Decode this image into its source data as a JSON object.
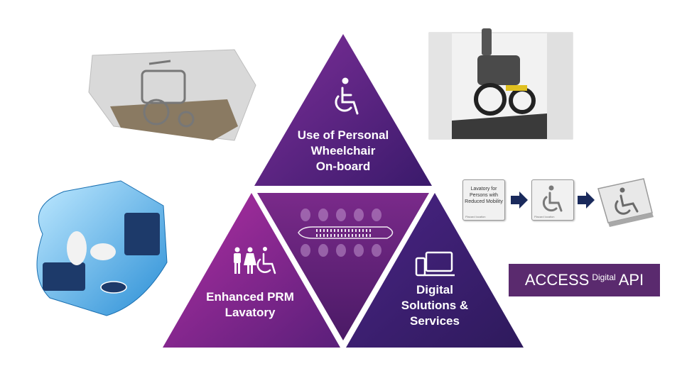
{
  "colors": {
    "top_triangle": [
      "#7e2f99",
      "#3a1a6b"
    ],
    "left_triangle": [
      "#b02fa2",
      "#5a1f7a"
    ],
    "right_triangle": [
      "#4a2485",
      "#2e1a5c"
    ],
    "center_triangle": [
      "#7a2a8a",
      "#4a1a66"
    ],
    "api_badge_bg": "#5a2a6e",
    "arrow": "#1a2a5c"
  },
  "segments": {
    "top": {
      "lines": [
        "Use of Personal",
        "Wheelchair",
        "On-board"
      ],
      "icon": "wheelchair-icon"
    },
    "left": {
      "lines": [
        "Enhanced PRM",
        "Lavatory"
      ],
      "icon": "people-wheelchair-icon"
    },
    "right": {
      "lines": [
        "Digital",
        "Solutions &",
        "Services"
      ],
      "icon": "devices-icon"
    },
    "center": {
      "icon": "aircraft-seatmap-icon"
    }
  },
  "signage": {
    "card1_text": "Lavatory for Persons with Reduced Mobility",
    "card1_small": "Placard location",
    "card2_small": "Placard location"
  },
  "api_badge": {
    "prefix": "ACCESS",
    "superscript": "Digital",
    "suffix": "API"
  },
  "illustrations": {
    "top_left": "wheelchair-cabin-render",
    "top_right": "wheelchair-restraint-photo",
    "bottom_left": "lavatory-render"
  }
}
